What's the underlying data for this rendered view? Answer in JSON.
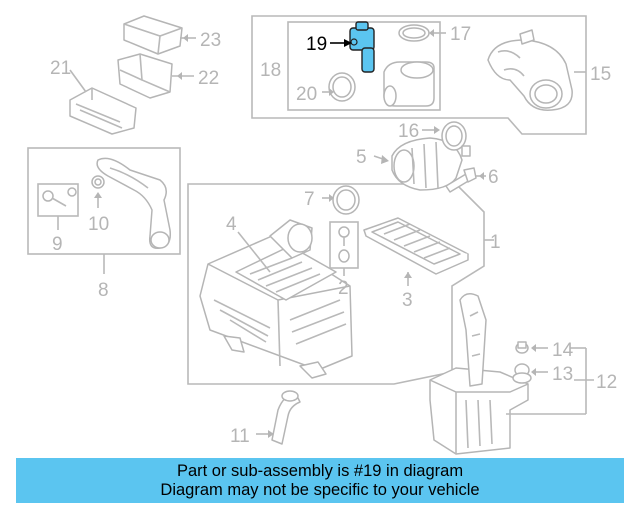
{
  "callouts": [
    "1",
    "2",
    "3",
    "4",
    "5",
    "6",
    "7",
    "8",
    "9",
    "10",
    "11",
    "12",
    "13",
    "14",
    "15",
    "16",
    "17",
    "18",
    "19",
    "20",
    "21",
    "22",
    "23"
  ],
  "highlight": {
    "callout": "19",
    "color": "#5bc5f0"
  },
  "banner": {
    "line1": "Part or sub-assembly is #19 in diagram",
    "line2": "Diagram may not be specific to your vehicle",
    "color": "#5bc5f0"
  }
}
